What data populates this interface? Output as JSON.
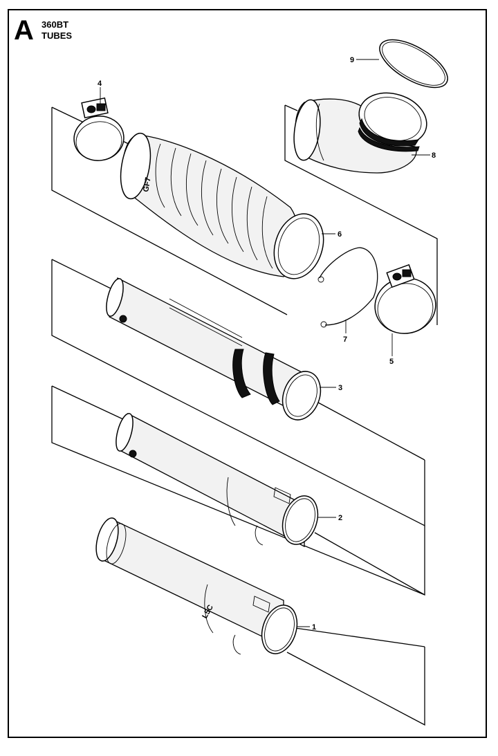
{
  "header": {
    "section_letter": "A",
    "model": "360BT",
    "title": "TUBES"
  },
  "parts": [
    {
      "callout": "1",
      "part_marking": "L5C"
    },
    {
      "callout": "2"
    },
    {
      "callout": "3"
    },
    {
      "callout": "4"
    },
    {
      "callout": "5"
    },
    {
      "callout": "6"
    },
    {
      "callout": "7"
    },
    {
      "callout": "8"
    },
    {
      "callout": "9"
    }
  ],
  "bellows_marking": "GF7"
}
